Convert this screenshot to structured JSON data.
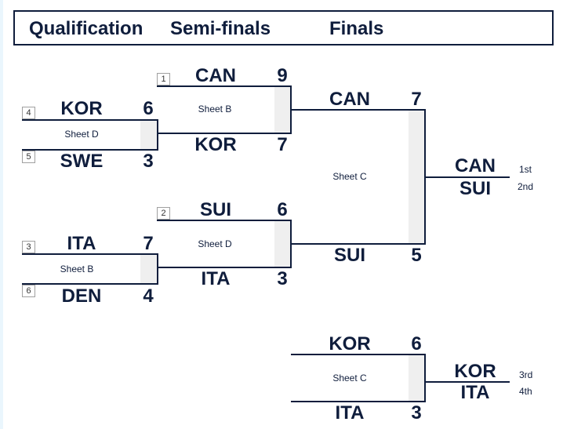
{
  "header": {
    "rounds": [
      "Qualification",
      "Semi-finals",
      "Finals"
    ]
  },
  "qualification": [
    {
      "sheet": "Sheet D",
      "teams": [
        {
          "seed": "4",
          "name": "KOR",
          "score": "6"
        },
        {
          "seed": "5",
          "name": "SWE",
          "score": "3"
        }
      ]
    },
    {
      "sheet": "Sheet B",
      "teams": [
        {
          "seed": "3",
          "name": "ITA",
          "score": "7"
        },
        {
          "seed": "6",
          "name": "DEN",
          "score": "4"
        }
      ]
    }
  ],
  "semifinals": [
    {
      "sheet": "Sheet B",
      "teams": [
        {
          "seed": "1",
          "name": "CAN",
          "score": "9"
        },
        {
          "name": "KOR",
          "score": "7"
        }
      ]
    },
    {
      "sheet": "Sheet D",
      "teams": [
        {
          "seed": "2",
          "name": "SUI",
          "score": "6"
        },
        {
          "name": "ITA",
          "score": "3"
        }
      ]
    }
  ],
  "final": {
    "sheet": "Sheet C",
    "teams": [
      {
        "name": "CAN",
        "score": "7"
      },
      {
        "name": "SUI",
        "score": "5"
      }
    ],
    "result": [
      {
        "name": "CAN",
        "place": "1st"
      },
      {
        "name": "SUI",
        "place": "2nd"
      }
    ]
  },
  "bronze": {
    "sheet": "Sheet C",
    "teams": [
      {
        "name": "KOR",
        "score": "6"
      },
      {
        "name": "ITA",
        "score": "3"
      }
    ],
    "result": [
      {
        "name": "KOR",
        "place": "3rd"
      },
      {
        "name": "ITA",
        "place": "4th"
      }
    ]
  },
  "colors": {
    "line": "#0f1d3c",
    "score_strip": "#efefef",
    "left_strip": "#eaf6fd"
  }
}
